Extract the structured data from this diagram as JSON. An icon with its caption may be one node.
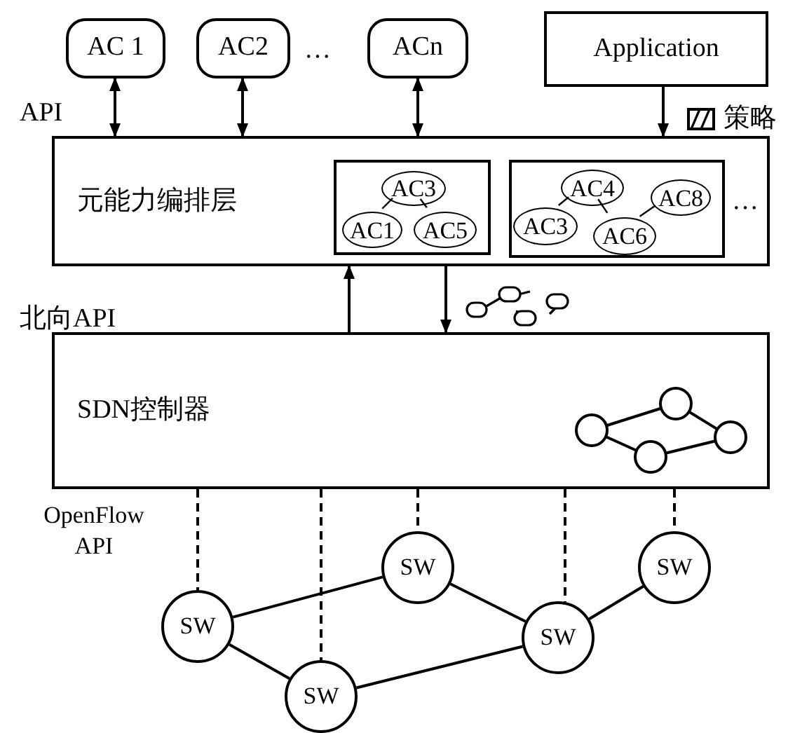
{
  "diagram": {
    "nodes": [
      {
        "text": [
          "AC 1"
        ]
      },
      {
        "text": [
          "AC2"
        ]
      },
      {
        "text": [
          "ACn"
        ]
      },
      {
        "text": [
          "Application"
        ]
      },
      {
        "text": [
          "元能力编排层"
        ]
      },
      {
        "text": [],
        "shape": "box",
        "in": 4
      },
      {
        "text": [
          "AC3"
        ],
        "in": 5
      },
      {
        "text": [
          "AC1"
        ],
        "in": 5
      },
      {
        "text": [
          "AC5"
        ],
        "in": 5
      },
      {
        "text": [],
        "shape": "box",
        "in": 4
      },
      {
        "text": [
          "AC4"
        ],
        "in": 9
      },
      {
        "text": [
          "AC8"
        ],
        "in": 9
      },
      {
        "text": [
          "AC3"
        ],
        "in": 9
      },
      {
        "text": [
          "AC6"
        ],
        "in": 9
      },
      {
        "text": [
          "SDN控制器"
        ]
      },
      {
        "text": [
          "SW"
        ]
      },
      {
        "text": [
          "SW"
        ]
      },
      {
        "text": [
          "SW"
        ]
      },
      {
        "text": [
          "SW"
        ]
      },
      {
        "text": [
          "SW"
        ]
      }
    ],
    "edges": [
      {
        "from": 0,
        "to": 4,
        "arrow": "both"
      },
      {
        "from": 1,
        "to": 4,
        "arrow": "both"
      },
      {
        "from": 2,
        "to": 4,
        "arrow": "both"
      },
      {
        "from": 3,
        "to": 4,
        "arrow": "to"
      },
      {
        "from": 6,
        "to": 7,
        "arrow": "none"
      },
      {
        "from": 6,
        "to": 8,
        "arrow": "none"
      },
      {
        "from": 10,
        "to": 12,
        "arrow": "none"
      },
      {
        "from": 10,
        "to": 13,
        "arrow": "none"
      },
      {
        "from": 11,
        "to": 13,
        "arrow": "none"
      },
      {
        "from": 14,
        "to": 4,
        "arrow": "to"
      },
      {
        "from": 4,
        "to": 14,
        "arrow": "to"
      },
      {
        "from": 14,
        "to": 15,
        "arrow": "none",
        "style": "dashed"
      },
      {
        "from": 14,
        "to": 16,
        "arrow": "none",
        "style": "dashed"
      },
      {
        "from": 14,
        "to": 17,
        "arrow": "none",
        "style": "dashed"
      },
      {
        "from": 14,
        "to": 18,
        "arrow": "none",
        "style": "dashed"
      },
      {
        "from": 14,
        "to": 19,
        "arrow": "none",
        "style": "dashed"
      },
      {
        "from": 15,
        "to": 17,
        "arrow": "none"
      },
      {
        "from": 15,
        "to": 16,
        "arrow": "none"
      },
      {
        "from": 16,
        "to": 18,
        "arrow": "none"
      },
      {
        "from": 17,
        "to": 18,
        "arrow": "none"
      },
      {
        "from": 18,
        "to": 19,
        "arrow": "none"
      }
    ],
    "labels": [
      "…",
      "API",
      "…",
      "北向API",
      "OpenFlow API"
    ],
    "legend": [
      {
        "text": "策略"
      }
    ]
  }
}
